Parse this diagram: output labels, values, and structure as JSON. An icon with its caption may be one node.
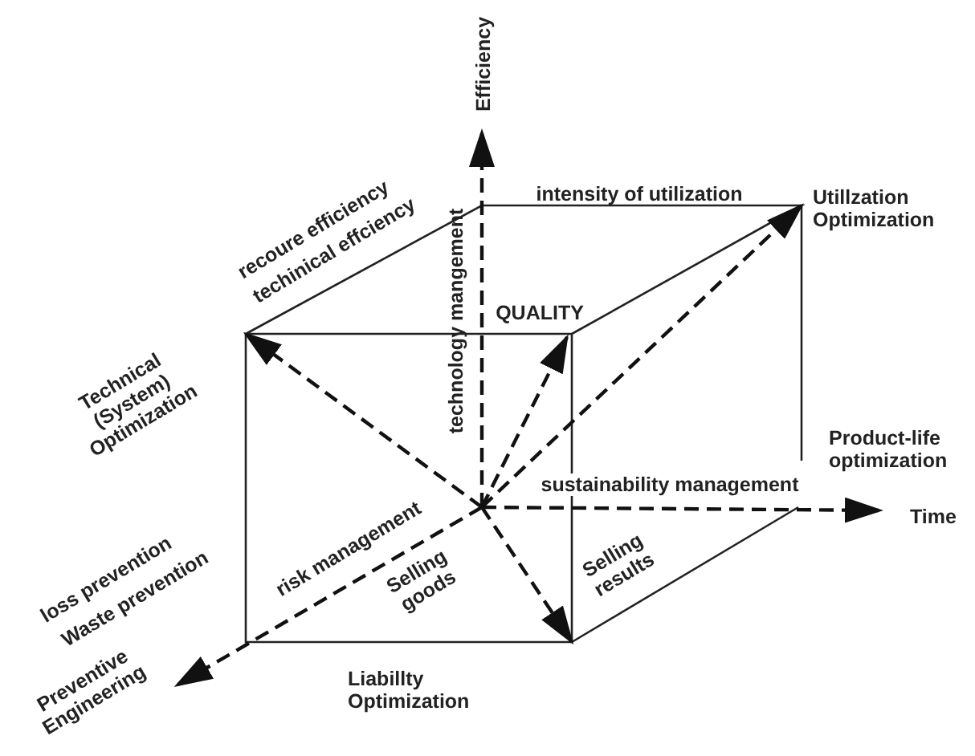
{
  "diagram": {
    "labels": [
      "Efficiency",
      "recoure efficiency",
      "techinical effciency",
      "intensity of utilization",
      "Utillzation Optimization",
      "technology mangement",
      "QUALITY",
      "Technical (System) Optimization",
      "Product-life optimization",
      "sustainability management",
      "Time",
      "risk management",
      "Selling goods",
      "Selling results",
      "loss prevention",
      "Waste prevention",
      "Preventive Engineering",
      "Liabillty Optimization"
    ]
  }
}
